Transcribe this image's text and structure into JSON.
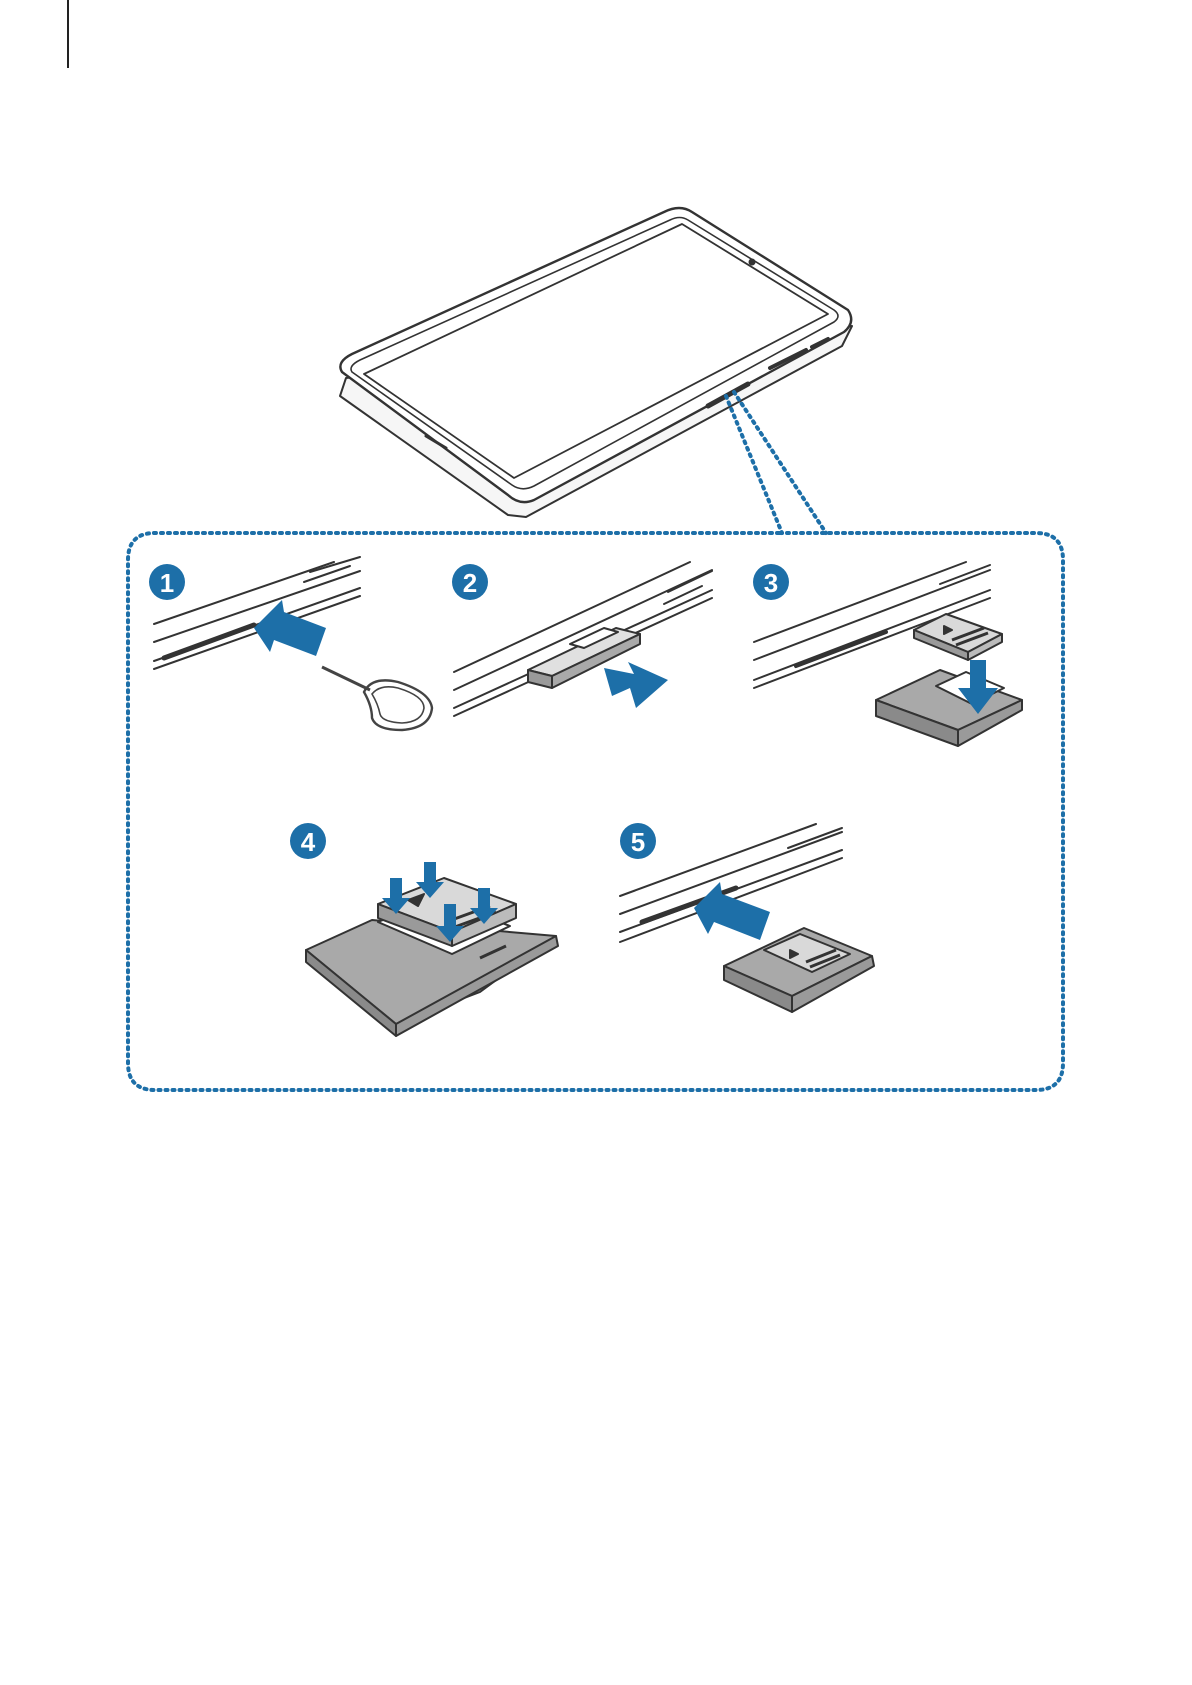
{
  "colors": {
    "accent": "#1d6fa8",
    "outline": "#333333",
    "tray_fill": "#a9a9a9",
    "card_fill": "#d9d9d9"
  },
  "steps": [
    {
      "number": "1"
    },
    {
      "number": "2"
    },
    {
      "number": "3"
    },
    {
      "number": "4"
    },
    {
      "number": "5"
    }
  ]
}
